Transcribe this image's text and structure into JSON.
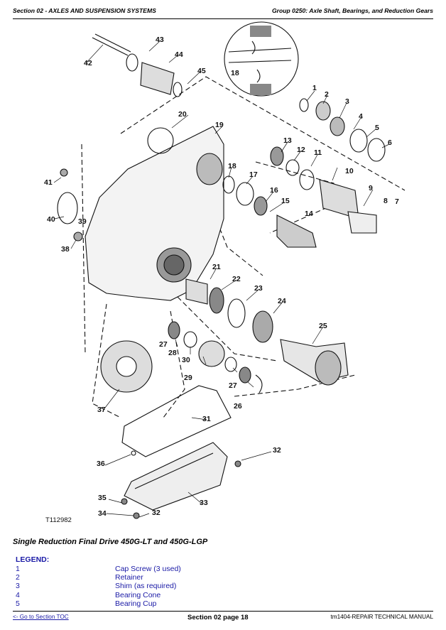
{
  "header": {
    "left": "Section 02 - AXLES AND SUSPENSION SYSTEMS",
    "right": "Group 0250: Axle Shaft, Bearings, and Reduction Gears"
  },
  "diagram": {
    "ref_code": "T112982",
    "callouts": [
      "1",
      "2",
      "3",
      "4",
      "5",
      "6",
      "7",
      "8",
      "9",
      "10",
      "11",
      "12",
      "13",
      "14",
      "15",
      "16",
      "17",
      "18",
      "19",
      "20",
      "21",
      "22",
      "23",
      "24",
      "25",
      "26",
      "27",
      "27",
      "28",
      "29",
      "30",
      "31",
      "32",
      "32",
      "33",
      "34",
      "35",
      "36",
      "37",
      "38",
      "39",
      "40",
      "41",
      "42",
      "43",
      "44",
      "45",
      "18"
    ]
  },
  "caption": "Single Reduction Final Drive 450G-LT and 450G-LGP",
  "legend": {
    "title": "LEGEND:",
    "items": [
      {
        "num": "1",
        "text": "Cap Screw (3 used)"
      },
      {
        "num": "2",
        "text": "Retainer"
      },
      {
        "num": "3",
        "text": "Shim (as required)"
      },
      {
        "num": "4",
        "text": "Bearing Cone"
      },
      {
        "num": "5",
        "text": "Bearing Cup"
      }
    ]
  },
  "footer": {
    "toc_link": "<- Go to Section TOC",
    "page": "Section 02 page 18",
    "manual": "tm1404-REPAIR TECHNICAL MANUAL"
  }
}
